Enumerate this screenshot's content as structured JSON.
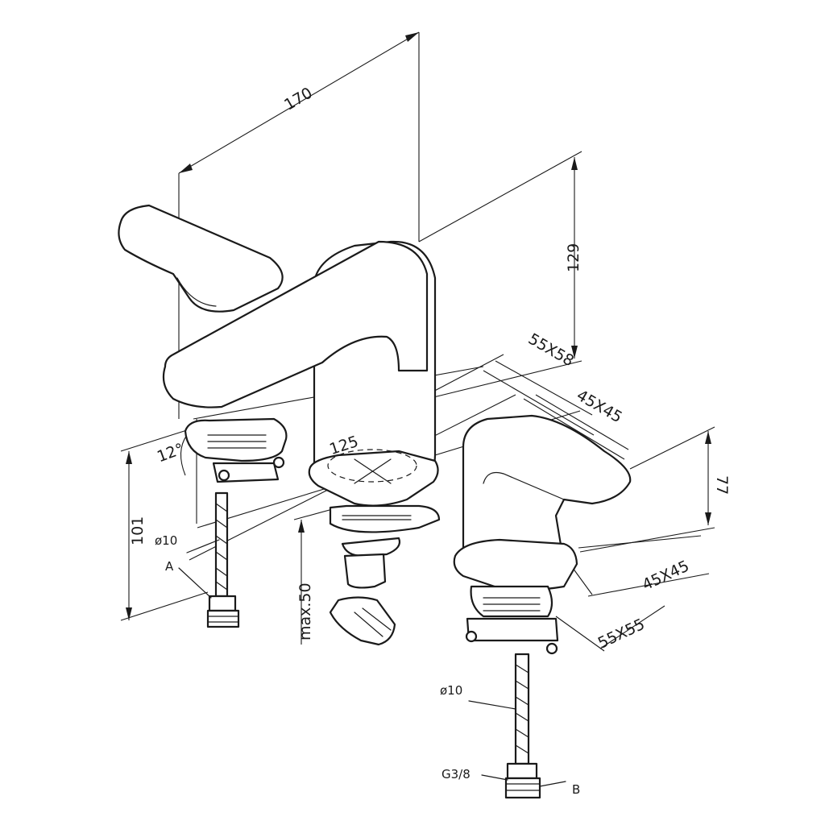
{
  "dimensions": {
    "width_total": "170",
    "height_total": "129",
    "spout_reach": "125",
    "spout_angle": "12°",
    "deck_height": "101",
    "max_deck": "max.50",
    "base_main": "55X58",
    "base_main_inner": "45X45",
    "handle_height": "77",
    "base_side": "45X45",
    "base_side_outer": "55X55",
    "hose_diameter_a": "ø10",
    "hose_diameter_b": "ø10",
    "thread": "G3/8"
  },
  "labels": {
    "connector_a": "A",
    "connector_b": "B"
  },
  "icons": [
    "faucet-body",
    "lever-handle",
    "side-valve",
    "flexible-hose",
    "diverter-fitting"
  ]
}
